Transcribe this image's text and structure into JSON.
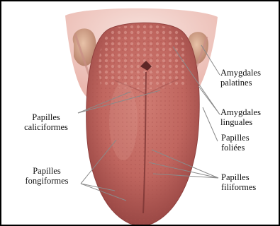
{
  "labels": {
    "amygdales_palatines": [
      "Amygdales",
      "palatines"
    ],
    "amygdales_linguales": [
      "Amygdales",
      "linguales"
    ],
    "papilles_foliees": [
      "Papilles",
      "foliées"
    ],
    "papilles_filiformes": [
      "Papilles",
      "filiformes"
    ],
    "papilles_caliciformes": [
      "Papilles",
      "caliciformes"
    ],
    "papilles_fongiformes": [
      "Papilles",
      "fongiformes"
    ]
  },
  "colors": {
    "tongue_base": "#c46a63",
    "tongue_dark": "#8f3f3d",
    "tongue_light": "#e2a39b",
    "tonsil": "#d9a88d",
    "throat": "#f3d2cc",
    "leader_line": "#8a8a8a"
  }
}
